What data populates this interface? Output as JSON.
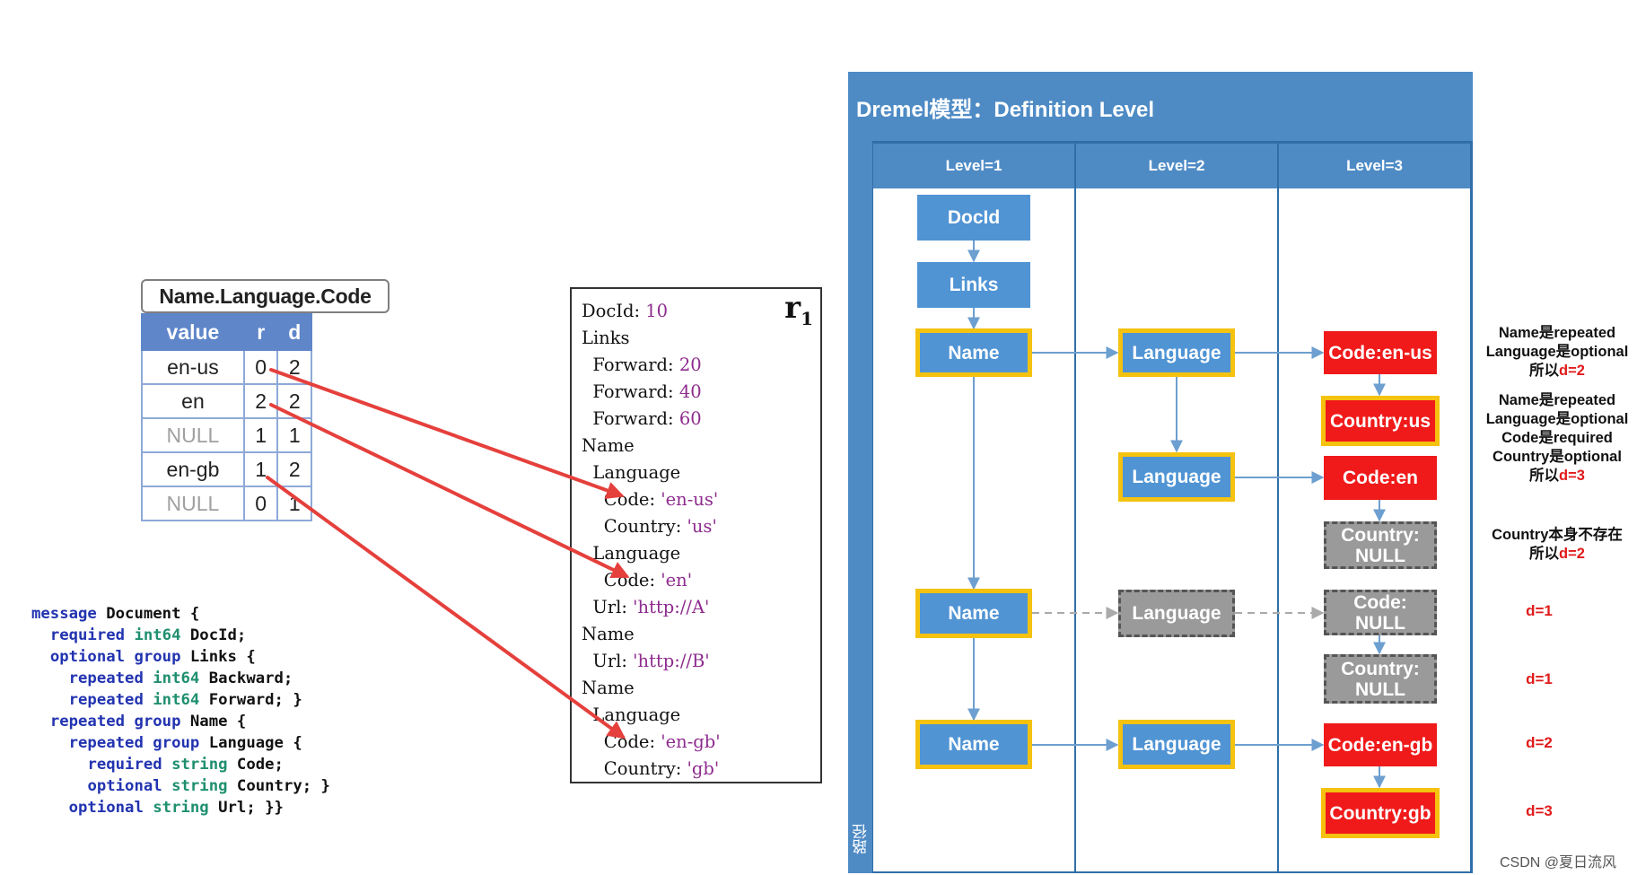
{
  "column_table": {
    "title": "Name.Language.Code",
    "headers": [
      "value",
      "r",
      "d"
    ],
    "rows": [
      {
        "value": "en-us",
        "r": "0",
        "d": "2"
      },
      {
        "value": "en",
        "r": "2",
        "d": "2"
      },
      {
        "value": "NULL",
        "r": "1",
        "d": "1"
      },
      {
        "value": "en-gb",
        "r": "1",
        "d": "2"
      },
      {
        "value": "NULL",
        "r": "0",
        "d": "1"
      }
    ]
  },
  "schema_code": [
    "message Document {",
    "  required int64 DocId;",
    "  optional group Links {",
    "    repeated int64 Backward;",
    "    repeated int64 Forward; }",
    "  repeated group Name {",
    "    repeated group Language {",
    "      required string Code;",
    "      optional string Country; }",
    "    optional string Url; }}"
  ],
  "record": {
    "label": "r",
    "label_sub": "1",
    "lines": [
      {
        "key": "DocId: ",
        "value": "10"
      },
      {
        "key": "Links",
        "value": ""
      },
      {
        "key": "  Forward: ",
        "value": "20"
      },
      {
        "key": "  Forward: ",
        "value": "40"
      },
      {
        "key": "  Forward: ",
        "value": "60"
      },
      {
        "key": "Name",
        "value": ""
      },
      {
        "key": "  Language",
        "value": ""
      },
      {
        "key": "    Code: ",
        "value": "'en-us'"
      },
      {
        "key": "    Country: ",
        "value": "'us'"
      },
      {
        "key": "  Language",
        "value": ""
      },
      {
        "key": "    Code: ",
        "value": "'en'"
      },
      {
        "key": "  Url: ",
        "value": "'http://A'"
      },
      {
        "key": "Name",
        "value": ""
      },
      {
        "key": "  Url: ",
        "value": "'http://B'"
      },
      {
        "key": "Name",
        "value": ""
      },
      {
        "key": "  Language",
        "value": ""
      },
      {
        "key": "    Code: ",
        "value": "'en-gb'"
      },
      {
        "key": "    Country: ",
        "value": "'gb'"
      }
    ]
  },
  "dremel": {
    "title": "Dremel模型：Definition Level",
    "side_label": "路径",
    "levels": [
      "Level=1",
      "Level=2",
      "Level=3"
    ],
    "nodes": {
      "docid": "DocId",
      "links": "Links",
      "name": "Name",
      "language": "Language",
      "code_en_us": "Code:en-us",
      "country_us": "Country:us",
      "code_en": "Code:en",
      "country_null": "Country: NULL",
      "code_null": "Code: NULL",
      "code_en_gb": "Code:en-gb",
      "country_gb": "Country:gb"
    },
    "notes": [
      {
        "lines": [
          "Name是repeated",
          "Language是optional"
        ],
        "last_prefix": "所以",
        "last_value": "d=2"
      },
      {
        "lines": [
          "Name是repeated",
          "Language是optional",
          "Code是required",
          "Country是optional"
        ],
        "last_prefix": "所以",
        "last_value": "d=3"
      },
      {
        "lines": [
          "Country本身不存在"
        ],
        "last_prefix": "所以",
        "last_value": "d=2"
      }
    ],
    "d_labels": [
      "d=1",
      "d=1",
      "d=2",
      "d=3"
    ]
  },
  "watermark": "CSDN @夏日流风",
  "colors": {
    "panel_blue": "#4e8bc5",
    "node_blue": "#5094d4",
    "node_red": "#f01a1a",
    "node_border_gold": "#f4c20f",
    "null_gray": "#9a9a9a",
    "arrow_red": "#e5403c",
    "value_purple": "#8e2c8e",
    "keyword_blue": "#2233b0",
    "type_green": "#1f8f6f"
  }
}
